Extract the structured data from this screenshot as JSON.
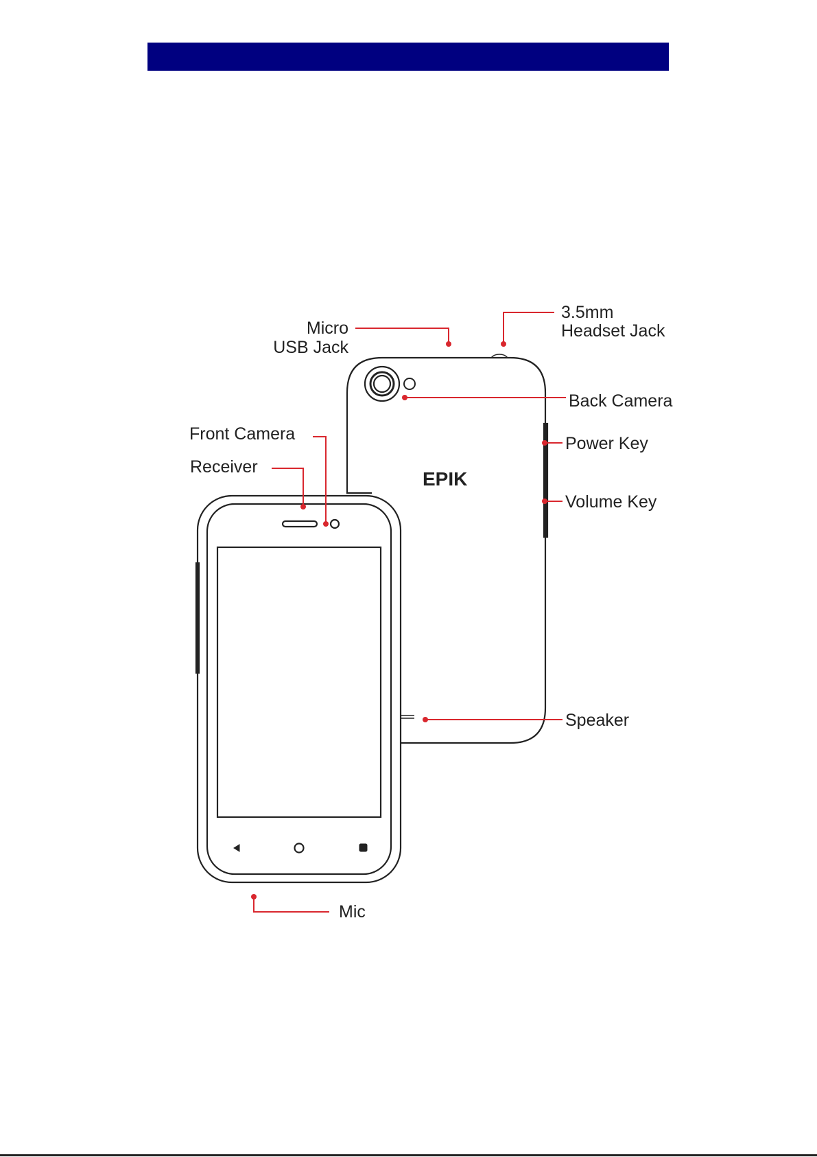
{
  "colors": {
    "header_bar": "#000080",
    "callout": "#d9272e",
    "outline": "#222222",
    "background": "#ffffff"
  },
  "brand_logo": "EPIK",
  "labels": {
    "micro_usb": [
      "Micro",
      "USB Jack"
    ],
    "headset_jack": [
      "3.5mm",
      "Headset Jack"
    ],
    "back_camera": "Back Camera",
    "power_key": "Power Key",
    "volume_key": "Volume Key",
    "speaker": "Speaker",
    "front_camera": "Front Camera",
    "receiver": "Receiver",
    "mic": "Mic"
  },
  "nav_icons": [
    "back-icon",
    "home-icon",
    "recents-icon"
  ]
}
